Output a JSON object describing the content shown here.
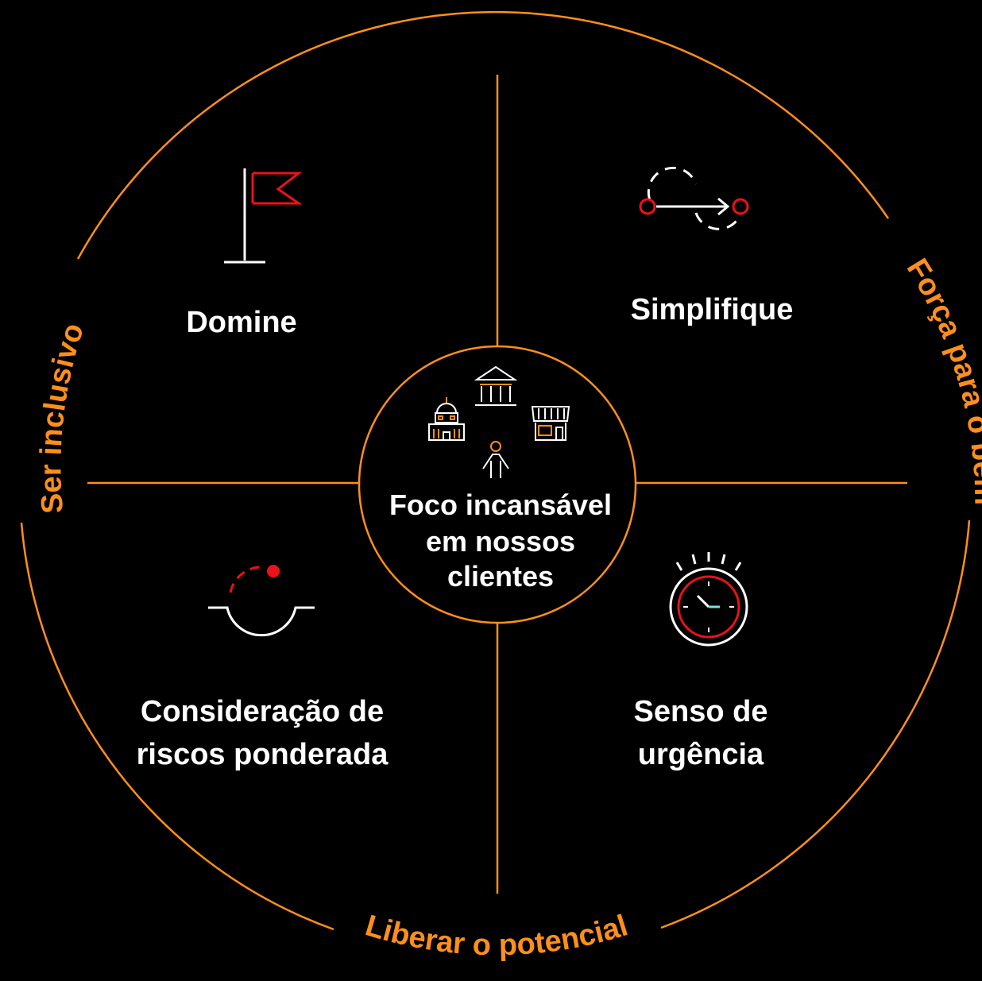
{
  "colors": {
    "background": "#000000",
    "accent": "#ff8f1c",
    "red": "#ec111a",
    "text": "#ffffff"
  },
  "ring_labels": {
    "left": "Ser inclusivo",
    "right": "Força para o bem",
    "bottom": "Liberar o potencial"
  },
  "quadrants": {
    "top_left": {
      "label": "Domine",
      "icon": "flag-icon"
    },
    "top_right": {
      "label": "Simplifique",
      "icon": "simplify-path-icon"
    },
    "bottom_left": {
      "line1": "Consideração de",
      "line2": "riscos ponderada",
      "icon": "risk-balance-icon"
    },
    "bottom_right": {
      "line1": "Senso de",
      "line2": "urgência",
      "icon": "stopwatch-icon"
    }
  },
  "center": {
    "line1": "Foco incansável",
    "line2": "em nossos",
    "line3": "clientes",
    "icons": [
      "bank-icon",
      "government-building-icon",
      "storefront-icon",
      "person-icon"
    ]
  }
}
